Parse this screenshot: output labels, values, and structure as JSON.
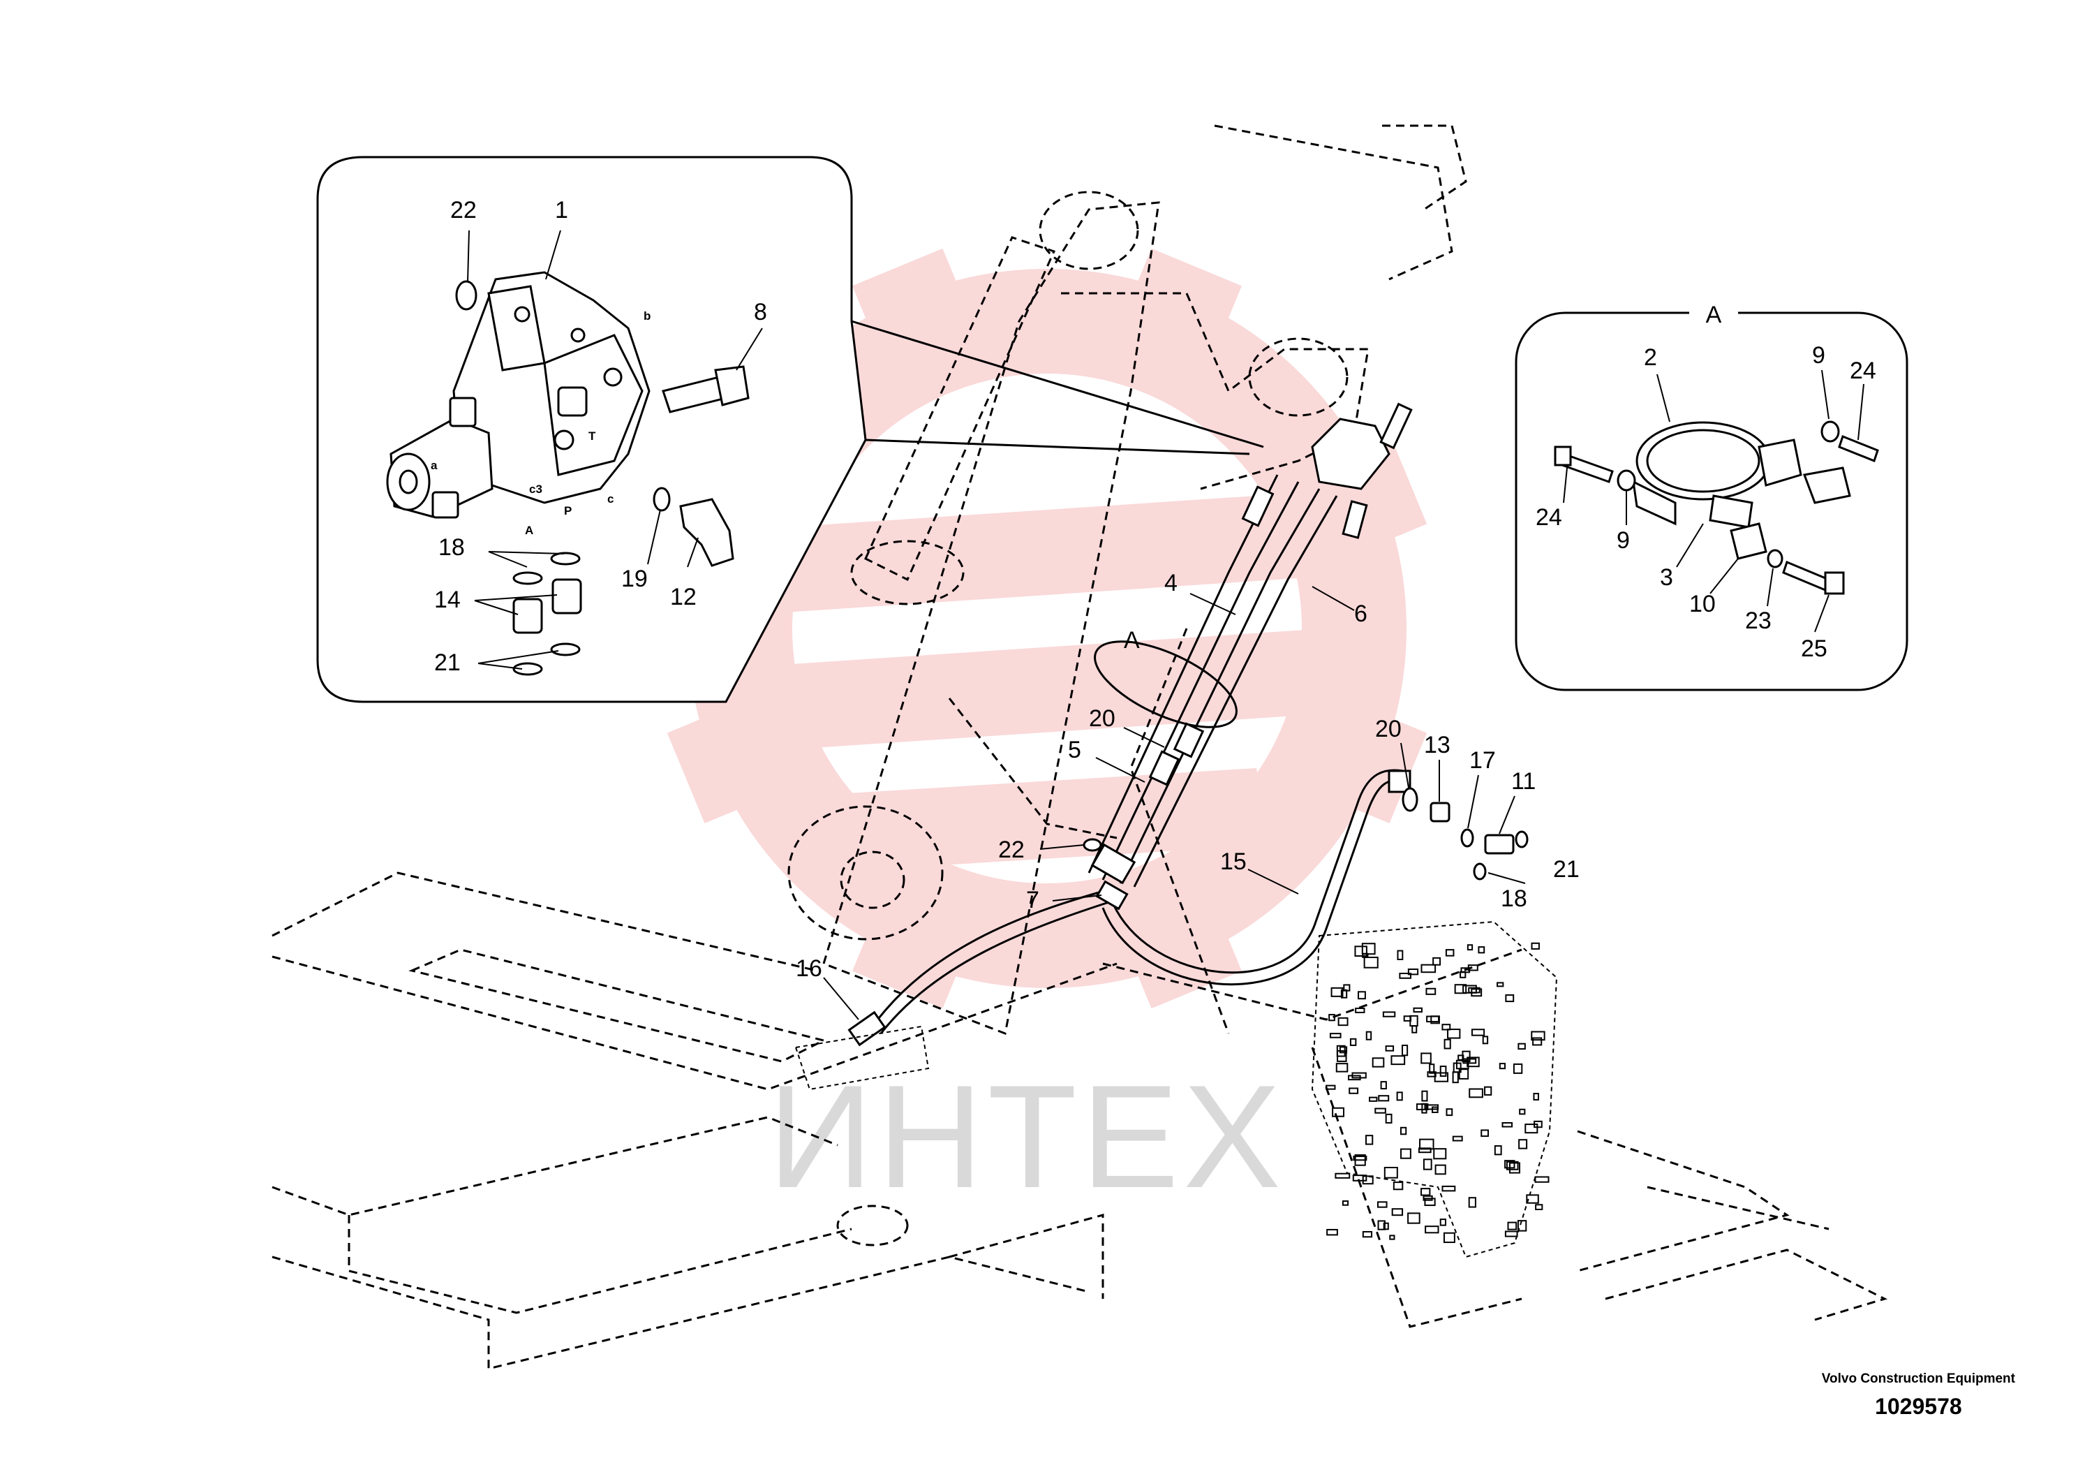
{
  "watermark": {
    "text": "ИНТЕХ",
    "color": "#f08a8a"
  },
  "inset_detail": {
    "port_labels": [
      "b",
      "a",
      "T",
      "c",
      "c3",
      "A",
      "P"
    ]
  },
  "inset_clamp": {
    "title": "A"
  },
  "section_marker": "A",
  "callouts": [
    {
      "id": "c22a",
      "text": "22"
    },
    {
      "id": "c1",
      "text": "1"
    },
    {
      "id": "c8",
      "text": "8"
    },
    {
      "id": "c18a",
      "text": "18"
    },
    {
      "id": "c19",
      "text": "19"
    },
    {
      "id": "c12",
      "text": "12"
    },
    {
      "id": "c14",
      "text": "14"
    },
    {
      "id": "c21a",
      "text": "21"
    },
    {
      "id": "c2",
      "text": "2"
    },
    {
      "id": "c9a",
      "text": "9"
    },
    {
      "id": "c24a",
      "text": "24"
    },
    {
      "id": "c24b",
      "text": "24"
    },
    {
      "id": "c9b",
      "text": "9"
    },
    {
      "id": "c3",
      "text": "3"
    },
    {
      "id": "c10",
      "text": "10"
    },
    {
      "id": "c23",
      "text": "23"
    },
    {
      "id": "c25",
      "text": "25"
    },
    {
      "id": "c4",
      "text": "4"
    },
    {
      "id": "c6",
      "text": "6"
    },
    {
      "id": "c20a",
      "text": "20"
    },
    {
      "id": "c5",
      "text": "5"
    },
    {
      "id": "c22b",
      "text": "22"
    },
    {
      "id": "c7",
      "text": "7"
    },
    {
      "id": "c16",
      "text": "16"
    },
    {
      "id": "c15",
      "text": "15"
    },
    {
      "id": "c20b",
      "text": "20"
    },
    {
      "id": "c13",
      "text": "13"
    },
    {
      "id": "c17",
      "text": "17"
    },
    {
      "id": "c11",
      "text": "11"
    },
    {
      "id": "c21b",
      "text": "21"
    },
    {
      "id": "c18b",
      "text": "18"
    }
  ],
  "credit": {
    "brand": "Volvo Construction Equipment",
    "number": "1029578"
  }
}
